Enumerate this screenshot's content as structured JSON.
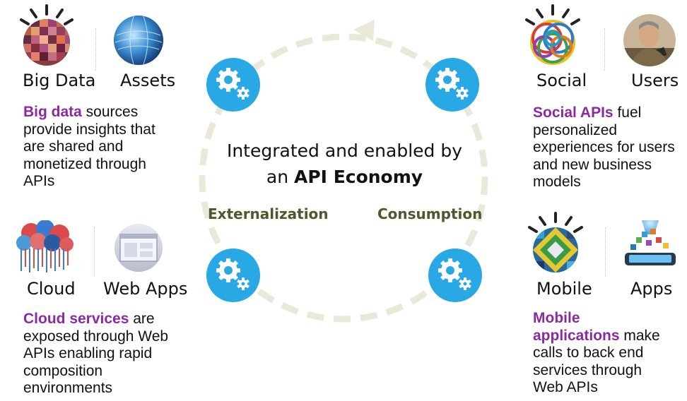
{
  "center": {
    "title_line1": "Integrated and enabled by",
    "title_line2_prefix": "an ",
    "title_line2_bold": "API Economy",
    "left_label": "Externalization",
    "right_label": "Consumption"
  },
  "quadrants": {
    "top_left": {
      "label_a": "Big Data",
      "label_b": "Assets",
      "highlight": "Big data",
      "rest_lines": [
        " sources",
        "provide insights that",
        "are shared and",
        "monetized through",
        "APIs"
      ]
    },
    "bottom_left": {
      "label_a": "Cloud",
      "label_b": "Web Apps",
      "highlight": "Cloud services",
      "rest_lines": [
        " are",
        "exposed through Web",
        "APIs enabling rapid",
        "composition",
        "environments"
      ]
    },
    "top_right": {
      "label_a": "Social",
      "label_b": "Users",
      "highlight": "Social APIs",
      "rest_lines": [
        " fuel",
        "personalized",
        "experiences for users",
        "and new business",
        "models"
      ]
    },
    "bottom_right": {
      "label_a": "Mobile",
      "label_b": "Apps",
      "highlight_line1": "Mobile",
      "highlight_line2": "applications",
      "rest_lines": [
        " make",
        "calls to back end",
        "services through",
        "Web APIs"
      ]
    }
  },
  "icons": [
    "mosaic-icon",
    "globe-icon",
    "cloud-icon",
    "browser-window-icon",
    "colorful-rings-icon",
    "user-photo-icon",
    "mobile-mosaic-icon",
    "tablet-apps-icon",
    "gear-icon"
  ],
  "colors": {
    "highlight": "#8a2aa3",
    "gear": "#29a8e6",
    "cycle": "#e9e8d9",
    "flow_label": "#4a5a2a"
  }
}
